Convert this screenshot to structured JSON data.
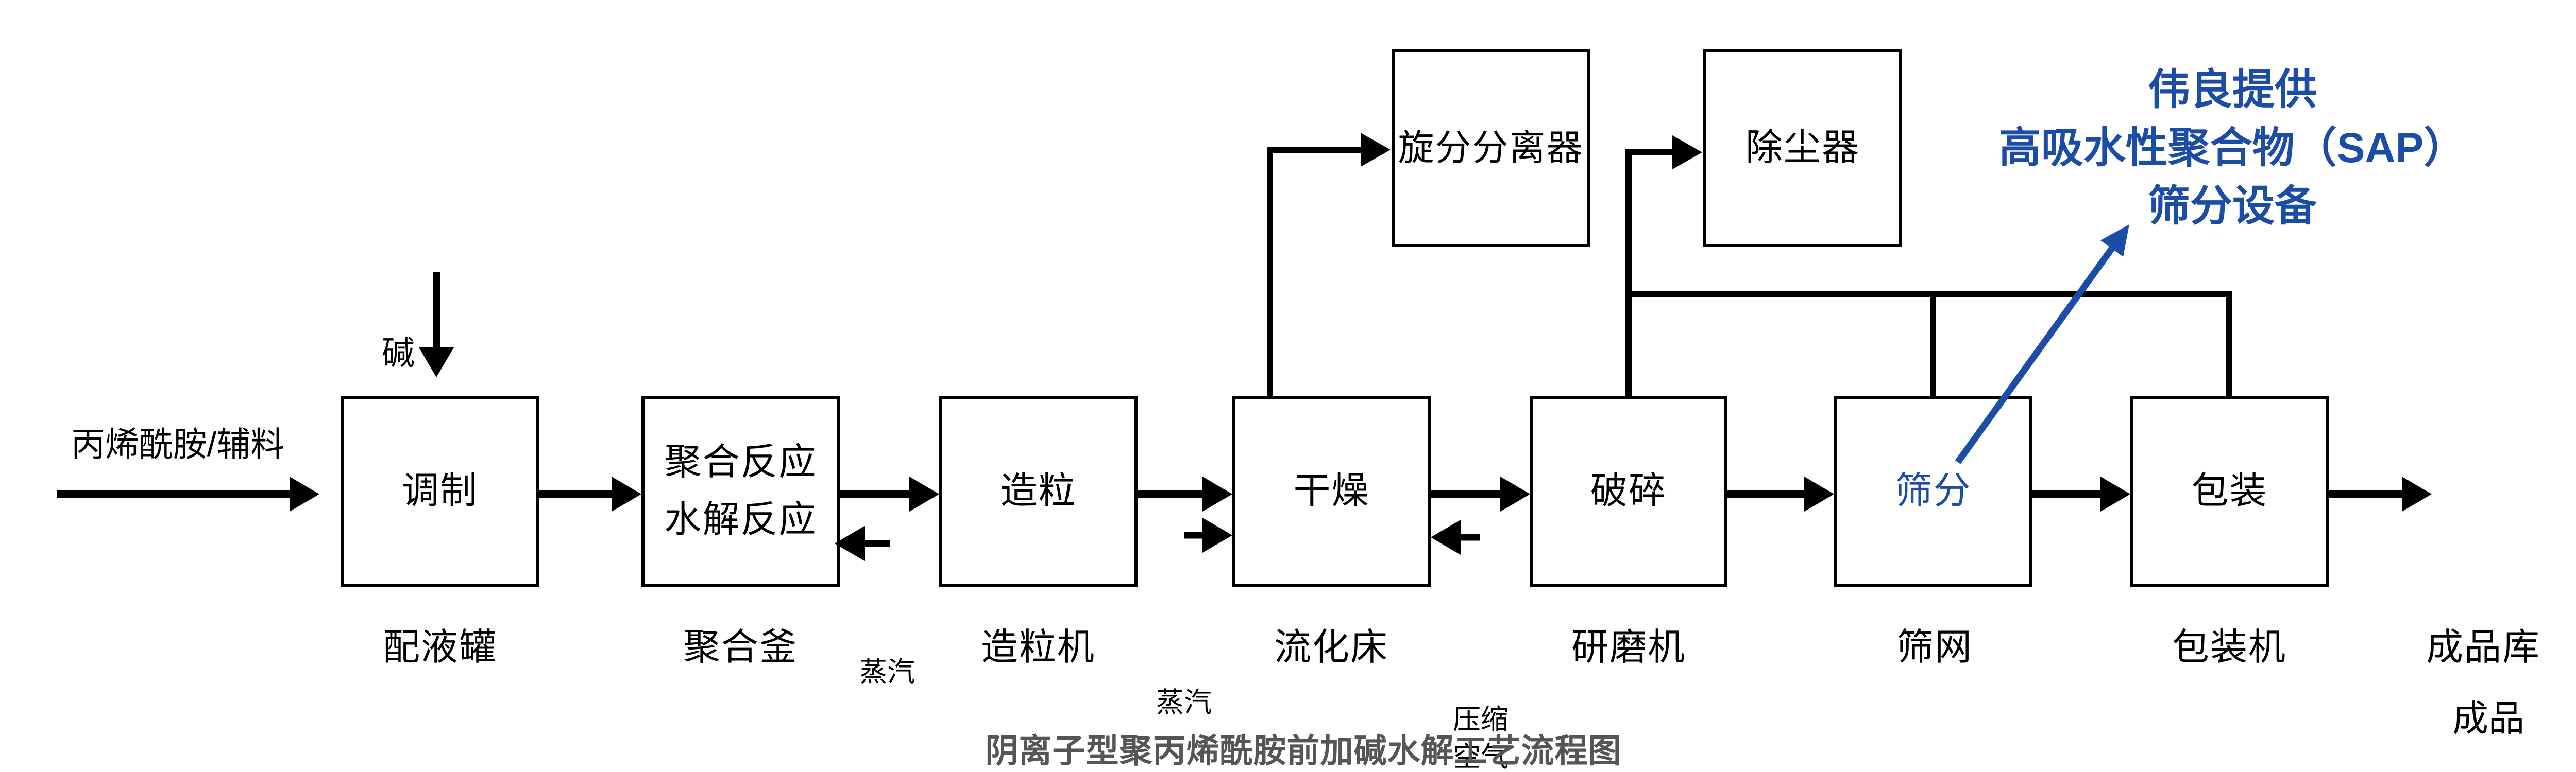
{
  "title": "阴离子型聚丙烯酰胺前加碱水解工艺流程图",
  "colors": {
    "accent_blue": "#1b4da6",
    "line_black": "#000000",
    "title_gray": "#555555"
  },
  "inputs": {
    "feed": "丙烯酰胺/辅料",
    "alkali": "碱",
    "steam_1": "蒸汽",
    "steam_2": "蒸汽",
    "compressed_air_line1": "压缩",
    "compressed_air_line2": "空气"
  },
  "process_steps": [
    {
      "label": "调制",
      "equipment": "配液罐"
    },
    {
      "label_line1": "聚合反应",
      "label_line2": "水解反应",
      "equipment": "聚合釜"
    },
    {
      "label": "造粒",
      "equipment": "造粒机"
    },
    {
      "label": "干燥",
      "equipment": "流化床"
    },
    {
      "label": "破碎",
      "equipment": "研磨机"
    },
    {
      "label": "筛分",
      "equipment": "筛网"
    },
    {
      "label": "包装",
      "equipment": "包装机"
    }
  ],
  "top_equipment": [
    {
      "label": "旋分分离器"
    },
    {
      "label": "除尘器"
    }
  ],
  "outputs": {
    "product": "成品",
    "warehouse": "成品库"
  },
  "annotation": {
    "line1": "伟良提供",
    "line2": "高吸水性聚合物（SAP）",
    "line3": "筛分设备"
  }
}
